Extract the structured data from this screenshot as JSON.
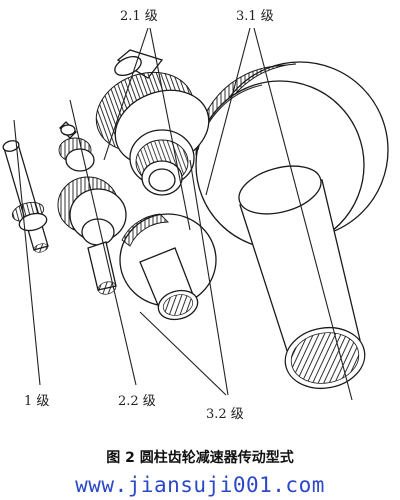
{
  "figure": {
    "labels": {
      "stage_2_1": "2.1 级",
      "stage_3_1": "3.1 级",
      "stage_1": "1 级",
      "stage_2_2": "2.2 级",
      "stage_3_2": "3.2 级"
    },
    "caption": "图 2  圆柱齿轮减速器传动型式",
    "watermark": "www.jiansuji001.com"
  }
}
